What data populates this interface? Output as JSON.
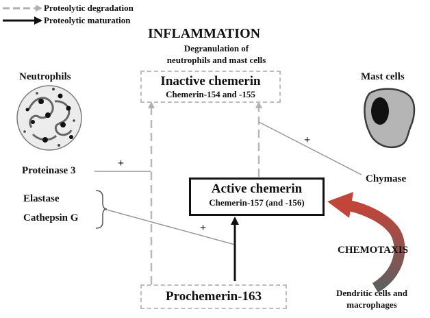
{
  "legend": {
    "degradation": "Proteolytic degradation",
    "maturation": "Proteolytic maturation"
  },
  "header": {
    "title": "INFLAMMATION",
    "subtitle_line1": "Degranulation of",
    "subtitle_line2": "neutrophils and mast cells"
  },
  "inactive": {
    "title": "Inactive chemerin",
    "subtitle": "Chemerin-154 and -155"
  },
  "active": {
    "title": "Active chemerin",
    "subtitle": "Chemerin-157 (and -156)"
  },
  "prochemerin": "Prochemerin-163",
  "neutrophils": "Neutrophils",
  "mast_cells": "Mast cells",
  "proteinase3": "Proteinase 3",
  "elastase": "Elastase",
  "cathepsin": "Cathepsin G",
  "chymase": "Chymase",
  "chemotaxis": "CHEMOTAXIS",
  "dendritic_line1": "Dendritic cells and",
  "dendritic_line2": "macrophages",
  "plus_sign": "+",
  "colors": {
    "degradation": "#b0b0b0",
    "maturation": "#111111",
    "chemotaxis_arrow": "#c2453a",
    "chemotaxis_arrow_end": "#6b6b6b"
  }
}
